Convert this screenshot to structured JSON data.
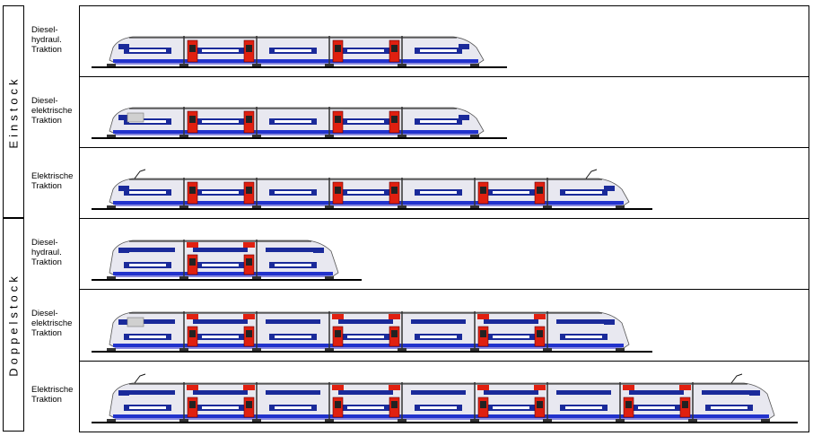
{
  "groups": [
    {
      "label": "Einstock"
    },
    {
      "label": "Doppelstock"
    }
  ],
  "rows": [
    {
      "label_lines": [
        "Diesel-",
        "hydraul.",
        "Traktion"
      ],
      "deck": "single",
      "cars": 5,
      "pantograph": false,
      "diesel_box": false
    },
    {
      "label_lines": [
        "Diesel-",
        "elektrische",
        "Traktion"
      ],
      "deck": "single",
      "cars": 5,
      "pantograph": false,
      "diesel_box": true
    },
    {
      "label_lines": [
        "Elektrische",
        "Traktion"
      ],
      "deck": "single",
      "cars": 7,
      "pantograph": true,
      "diesel_box": false
    },
    {
      "label_lines": [
        "Diesel-",
        "hydraul.",
        "Traktion"
      ],
      "deck": "double",
      "cars": 3,
      "pantograph": false,
      "diesel_box": false
    },
    {
      "label_lines": [
        "Diesel-",
        "elektrische",
        "Traktion"
      ],
      "deck": "double",
      "cars": 7,
      "pantograph": false,
      "diesel_box": true
    },
    {
      "label_lines": [
        "Elektrische",
        "Traktion"
      ],
      "deck": "double",
      "cars": 9,
      "pantograph": true,
      "diesel_box": false
    }
  ],
  "colors": {
    "body": "#e8e8f0",
    "window": "#1a2a9a",
    "stripe": "#2233cc",
    "door": "#e02010",
    "roof": "#c8c8c8",
    "outline": "#000000"
  }
}
